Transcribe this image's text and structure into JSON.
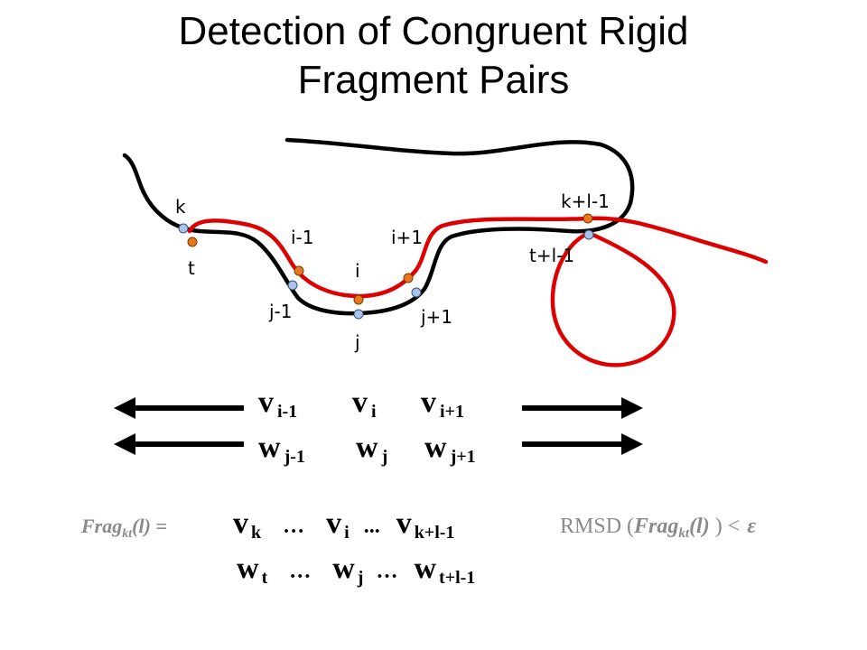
{
  "title": {
    "line1": "Detection of Congruent Rigid",
    "line2": "Fragment Pairs"
  },
  "colors": {
    "curve_black": "#000000",
    "curve_red": "#dd0000",
    "point_orange": "#e8781e",
    "point_blue": "#a8c4e8",
    "text_gray": "#8a8a8a"
  },
  "curve_labels": {
    "k": "k",
    "t": "t",
    "i_minus_1": "i-1",
    "i_plus_1": "i+1",
    "i": "i",
    "j_minus_1": "j-1",
    "j": "j",
    "j_plus_1": "j+1",
    "k_plus_l_minus_1": "k+l-1",
    "t_plus_l_minus_1": "t+l-1"
  },
  "vectors": {
    "v_row": [
      {
        "base": "v",
        "sub": "i-1"
      },
      {
        "base": "v",
        "sub": "i"
      },
      {
        "base": "v",
        "sub": "i+1"
      }
    ],
    "w_row": [
      {
        "base": "w",
        "sub": "j-1"
      },
      {
        "base": "w",
        "sub": "j"
      },
      {
        "base": "w",
        "sub": "j+1"
      }
    ]
  },
  "fragment": {
    "name": "Frag",
    "name_sub": "kt",
    "arg": "(l) =",
    "v_row": {
      "v1": "v",
      "v1_sub": "k",
      "dots1": "…",
      "v2": "v",
      "v2_sub": "i",
      "dots2": "...",
      "v3": "v",
      "v3_sub": "k+l-1"
    },
    "w_row": {
      "w1": "w",
      "w1_sub": "t",
      "dots1": "…",
      "w2": "w",
      "w2_sub": "j",
      "dots2": "…",
      "w3": "w",
      "w3_sub": "t+l-1"
    }
  },
  "rmsd": {
    "prefix": "RMSD (",
    "name": "Frag",
    "name_sub": "kt",
    "arg": "(l)",
    "suffix": " ) <",
    "epsilon": "ε"
  }
}
